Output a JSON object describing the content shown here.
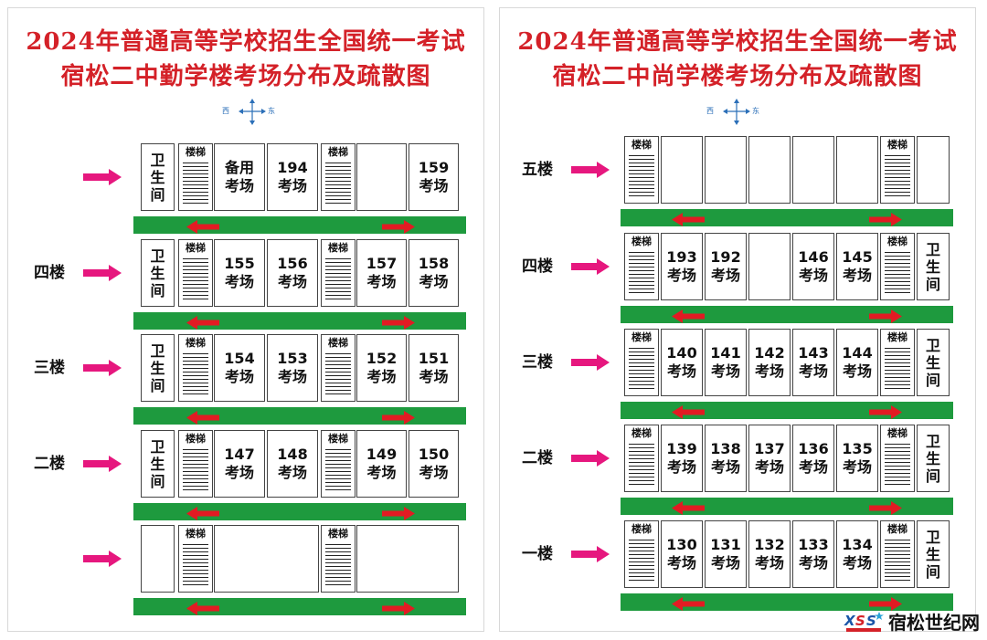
{
  "left": {
    "title_line1": "2024年普通高等学校招生全国统一考试",
    "title_line2": "宿松二中勤学楼考场分布及疏散图",
    "compass": {
      "west": "西",
      "east": "东"
    },
    "floors": [
      {
        "label": "",
        "rooms": [
          "卫生间",
          "楼梯",
          "备用\n考场",
          "194\n考场",
          "楼梯",
          "",
          "159\n考场"
        ]
      },
      {
        "label": "四楼",
        "rooms": [
          "卫生间",
          "楼梯",
          "155\n考场",
          "156\n考场",
          "楼梯",
          "157\n考场",
          "158\n考场"
        ]
      },
      {
        "label": "三楼",
        "rooms": [
          "卫生间",
          "楼梯",
          "154\n考场",
          "153\n考场",
          "楼梯",
          "152\n考场",
          "151\n考场"
        ]
      },
      {
        "label": "二楼",
        "rooms": [
          "卫生间",
          "楼梯",
          "147\n考场",
          "148\n考场",
          "楼梯",
          "149\n考场",
          "150\n考场"
        ]
      },
      {
        "label": "",
        "rooms": [
          "",
          "楼梯",
          "",
          "楼梯",
          ""
        ]
      }
    ]
  },
  "right": {
    "title_line1": "2024年普通高等学校招生全国统一考试",
    "title_line2": "宿松二中尚学楼考场分布及疏散图",
    "compass": {
      "west": "西",
      "east": "东"
    },
    "floors": [
      {
        "label": "五楼",
        "rooms": [
          "楼梯",
          "",
          "",
          "",
          "",
          "",
          "楼梯",
          ""
        ]
      },
      {
        "label": "四楼",
        "rooms": [
          "楼梯",
          "193\n考场",
          "192\n考场",
          "",
          "146\n考场",
          "145\n考场",
          "楼梯",
          "卫生间"
        ]
      },
      {
        "label": "三楼",
        "rooms": [
          "楼梯",
          "140\n考场",
          "141\n考场",
          "142\n考场",
          "143\n考场",
          "144\n考场",
          "楼梯",
          "卫生间"
        ]
      },
      {
        "label": "二楼",
        "rooms": [
          "楼梯",
          "139\n考场",
          "138\n考场",
          "137\n考场",
          "136\n考场",
          "135\n考场",
          "楼梯",
          "卫生间"
        ]
      },
      {
        "label": "一楼",
        "rooms": [
          "楼梯",
          "130\n考场",
          "131\n考场",
          "132\n考场",
          "133\n考场",
          "134\n考场",
          "楼梯",
          "卫生间"
        ]
      }
    ]
  },
  "watermark": {
    "text": "宿松世纪网",
    "logo": "XSS"
  },
  "colors": {
    "title": "#d42128",
    "corridor": "#1e9a3e",
    "pink_arrow": "#e6177e",
    "red_arrow": "#e21b23",
    "compass": "#2b6fb8"
  }
}
